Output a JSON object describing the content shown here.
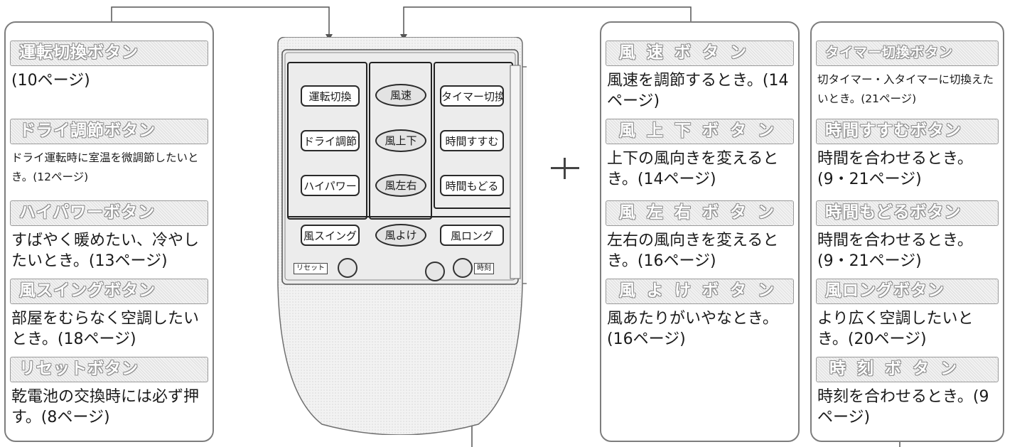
{
  "left_panel": {
    "items": [
      {
        "label": "運転切換ボタン",
        "desc": "(10ページ)"
      },
      {
        "label": "ドライ調節ボタン",
        "desc": "ドライ運転時に室温を微調節したいとき。(12ページ)"
      },
      {
        "label": "ハイパワーボタン",
        "desc": "すばやく暖めたい、冷やしたいとき。(13ページ)"
      },
      {
        "label": "風スイングボタン",
        "desc": "部屋をむらなく空調したいとき。(18ページ)"
      },
      {
        "label": "リセットボタン",
        "desc": "乾電池の交換時には必ず押す。(8ページ)"
      }
    ]
  },
  "middle_panel": {
    "items": [
      {
        "label": "風速ボタン",
        "desc": "風速を調節するとき。(14ページ)"
      },
      {
        "label": "風上下ボタン",
        "desc": "上下の風向きを変えるとき。(14ページ)"
      },
      {
        "label": "風左右ボタン",
        "desc": "左右の風向きを変えるとき。(16ページ)"
      },
      {
        "label": "風よけボタン",
        "desc": "風あたりがいやなとき。(16ページ)"
      }
    ]
  },
  "right_panel": {
    "items": [
      {
        "label": "タイマー切換ボタン",
        "desc": "切タイマー・入タイマーに切換えたいとき。(21ページ)"
      },
      {
        "label": "時間すすむボタン",
        "desc": "時間を合わせるとき。(9・21ページ)"
      },
      {
        "label": "時間もどるボタン",
        "desc": "時間を合わせるとき。(9・21ページ)"
      },
      {
        "label": "風ロングボタン",
        "desc": "より広く空調したいとき。(20ページ)"
      },
      {
        "label": "時刻ボタン",
        "desc": "時刻を合わせるとき。(9ページ)"
      }
    ]
  },
  "remote": {
    "buttons": [
      "運転切換",
      "風速",
      "タイマー切換",
      "ドライ調節",
      "風上下",
      "時間すすむ",
      "ハイパワー",
      "風左右",
      "時間もどる",
      "風スイング",
      "風よけ",
      "風ロング"
    ],
    "reset_tag": "リセット",
    "clock_tag": "時刻"
  }
}
